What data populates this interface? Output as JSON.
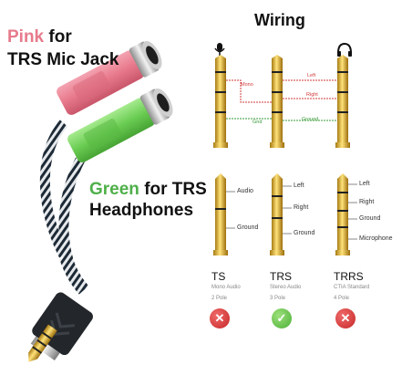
{
  "labels": {
    "pink_word": "Pink",
    "pink_rest": " for",
    "mic_line": "TRS Mic Jack",
    "green_word": "Green",
    "green_rest": " for TRS",
    "hp_line": "Headphones"
  },
  "wiring": {
    "title": "Wiring",
    "top_labels": {
      "mono": "Mono",
      "gnd": "Gnd",
      "left": "Left",
      "right": "Right",
      "ground": "Ground"
    },
    "icons": [
      "microphone-icon",
      "headphones-icon"
    ]
  },
  "plugs": [
    {
      "type": "TS",
      "desc": "Mono Audio",
      "poles": "2 Pole",
      "rings": [
        "Audio",
        "Ground"
      ],
      "ok": false
    },
    {
      "type": "TRS",
      "desc": "Stereo Audio",
      "poles": "3 Pole",
      "rings": [
        "Left",
        "Right",
        "Ground"
      ],
      "ok": true
    },
    {
      "type": "TRRS",
      "desc": "CTIA Standard",
      "poles": "4 Pole",
      "rings": [
        "Left",
        "Right",
        "Ground",
        "Microphone"
      ],
      "ok": false
    }
  ],
  "colors": {
    "pink": "#e77a8c",
    "green": "#4fb04a",
    "red_wire": "#d13a3a",
    "green_wire": "#3a9a3a"
  }
}
